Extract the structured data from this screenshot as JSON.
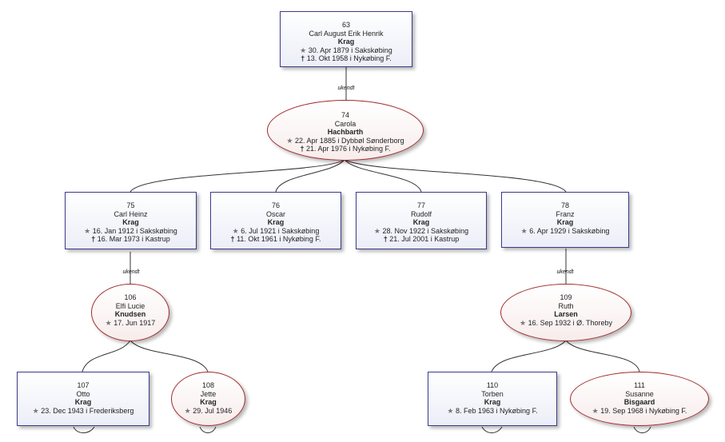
{
  "birth_symbol": "★",
  "death_symbol": "†",
  "unknown_label": "ukendt",
  "people": {
    "p63": {
      "id": "63",
      "given": "Carl August Erik Henrik",
      "surname": "Krag",
      "born": "30. Apr 1879 i  Sakskøbing",
      "died": "13. Okt 1958 i  Nykøbing F.",
      "sex": "male"
    },
    "p74": {
      "id": "74",
      "given": "Carola",
      "surname": "Hachbarth",
      "born": "22. Apr 1885 i  Dybbøl Sønderborg",
      "died": "21. Apr 1976 i  Nykøbing F.",
      "sex": "female"
    },
    "p75": {
      "id": "75",
      "given": "Carl Heinz",
      "surname": "Krag",
      "born": "16. Jan 1912 i  Sakskøbing",
      "died": "16. Mar 1973 i  Kastrup",
      "sex": "male"
    },
    "p76": {
      "id": "76",
      "given": "Oscar",
      "surname": "Krag",
      "born": "6. Jul 1921 i  Sakskøbing",
      "died": "11. Okt 1961 i  Nykøbing F.",
      "sex": "male"
    },
    "p77": {
      "id": "77",
      "given": "Rudolf",
      "surname": "Krag",
      "born": "28. Nov 1922 i  Sakskøbing",
      "died": "21. Jul 2001 i  Kastrup",
      "sex": "male"
    },
    "p78": {
      "id": "78",
      "given": "Franz",
      "surname": "Krag",
      "born": "6. Apr 1929 i  Sakskøbing",
      "sex": "male"
    },
    "p106": {
      "id": "106",
      "given": "Elfi Lucie",
      "surname": "Knudsen",
      "born": "17. Jun 1917",
      "sex": "female"
    },
    "p109": {
      "id": "109",
      "given": "Ruth",
      "surname": "Larsen",
      "born": "16. Sep 1932 i  Ø. Thoreby",
      "sex": "female"
    },
    "p107": {
      "id": "107",
      "given": "Otto",
      "surname": "Krag",
      "born": "23. Dec 1943 i  Frederiksberg",
      "sex": "male"
    },
    "p108": {
      "id": "108",
      "given": "Jette",
      "surname": "Krag",
      "born": "29. Jul 1946",
      "sex": "female"
    },
    "p110": {
      "id": "110",
      "given": "Torben",
      "surname": "Krag",
      "born": "8. Feb 1963 i  Nykøbing F.",
      "sex": "male"
    },
    "p111": {
      "id": "111",
      "given": "Susanne",
      "surname": "Bisgaard",
      "born": "19. Sep 1968 i  Nykøbing F.",
      "sex": "female"
    }
  }
}
